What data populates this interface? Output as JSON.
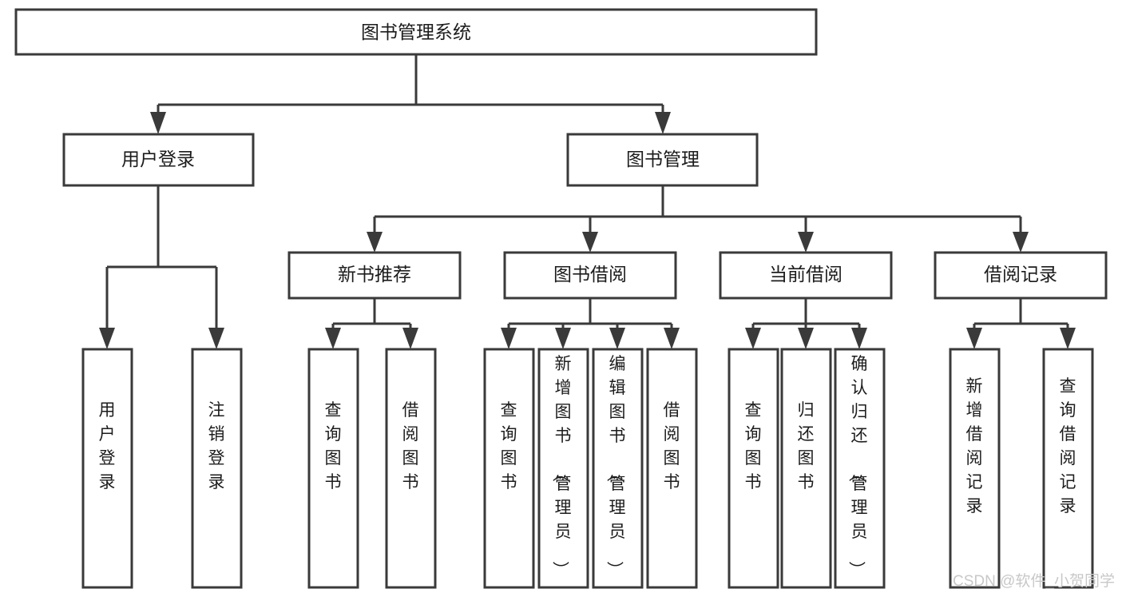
{
  "diagram": {
    "title": "图书管理系统",
    "type": "functional-structure-tree",
    "watermark": "CSDN @软件_小贺同学",
    "colors": {
      "stroke": "#3a3a3a",
      "box_fill": "#ffffff",
      "text": "#1c1c1c",
      "background": "#ffffff",
      "watermark": "#c8c8c8"
    },
    "levels": [
      {
        "level": 1,
        "nodes": [
          {
            "id": "root",
            "label": "图书管理系统",
            "orientation": "horizontal"
          }
        ]
      },
      {
        "level": 2,
        "nodes": [
          {
            "id": "login",
            "label": "用户登录",
            "orientation": "horizontal",
            "parent": "root"
          },
          {
            "id": "bookmgmt",
            "label": "图书管理",
            "orientation": "horizontal",
            "parent": "root"
          }
        ]
      },
      {
        "level": 3,
        "nodes": [
          {
            "id": "newbook",
            "label": "新书推荐",
            "orientation": "horizontal",
            "parent": "bookmgmt"
          },
          {
            "id": "borrow",
            "label": "图书借阅",
            "orientation": "horizontal",
            "parent": "bookmgmt"
          },
          {
            "id": "current",
            "label": "当前借阅",
            "orientation": "horizontal",
            "parent": "bookmgmt"
          },
          {
            "id": "records",
            "label": "借阅记录",
            "orientation": "horizontal",
            "parent": "bookmgmt"
          }
        ]
      },
      {
        "level": 4,
        "nodes": [
          {
            "id": "leaf-user-login",
            "label": "用户登录",
            "orientation": "vertical",
            "parent": "login"
          },
          {
            "id": "leaf-user-logout",
            "label": "注销登录",
            "orientation": "vertical",
            "parent": "login"
          },
          {
            "id": "leaf-nb-query",
            "label": "查询图书",
            "orientation": "vertical",
            "parent": "newbook"
          },
          {
            "id": "leaf-nb-borrow",
            "label": "借阅图书",
            "orientation": "vertical",
            "parent": "newbook"
          },
          {
            "id": "leaf-br-query",
            "label": "查询图书",
            "orientation": "vertical",
            "parent": "borrow"
          },
          {
            "id": "leaf-br-add",
            "label": "新增图书（管理员）",
            "orientation": "vertical",
            "parent": "borrow"
          },
          {
            "id": "leaf-br-edit",
            "label": "编辑图书（管理员）",
            "orientation": "vertical",
            "parent": "borrow"
          },
          {
            "id": "leaf-br-lend",
            "label": "借阅图书",
            "orientation": "vertical",
            "parent": "borrow"
          },
          {
            "id": "leaf-cur-query",
            "label": "查询图书",
            "orientation": "vertical",
            "parent": "current"
          },
          {
            "id": "leaf-cur-return",
            "label": "归还图书",
            "orientation": "vertical",
            "parent": "current"
          },
          {
            "id": "leaf-cur-confirm",
            "label": "确认归还（管理员）",
            "orientation": "vertical",
            "parent": "current"
          },
          {
            "id": "leaf-rec-add",
            "label": "新增借阅记录",
            "orientation": "vertical",
            "parent": "records"
          },
          {
            "id": "leaf-rec-query",
            "label": "查询借阅记录",
            "orientation": "vertical",
            "parent": "records"
          }
        ]
      }
    ]
  }
}
